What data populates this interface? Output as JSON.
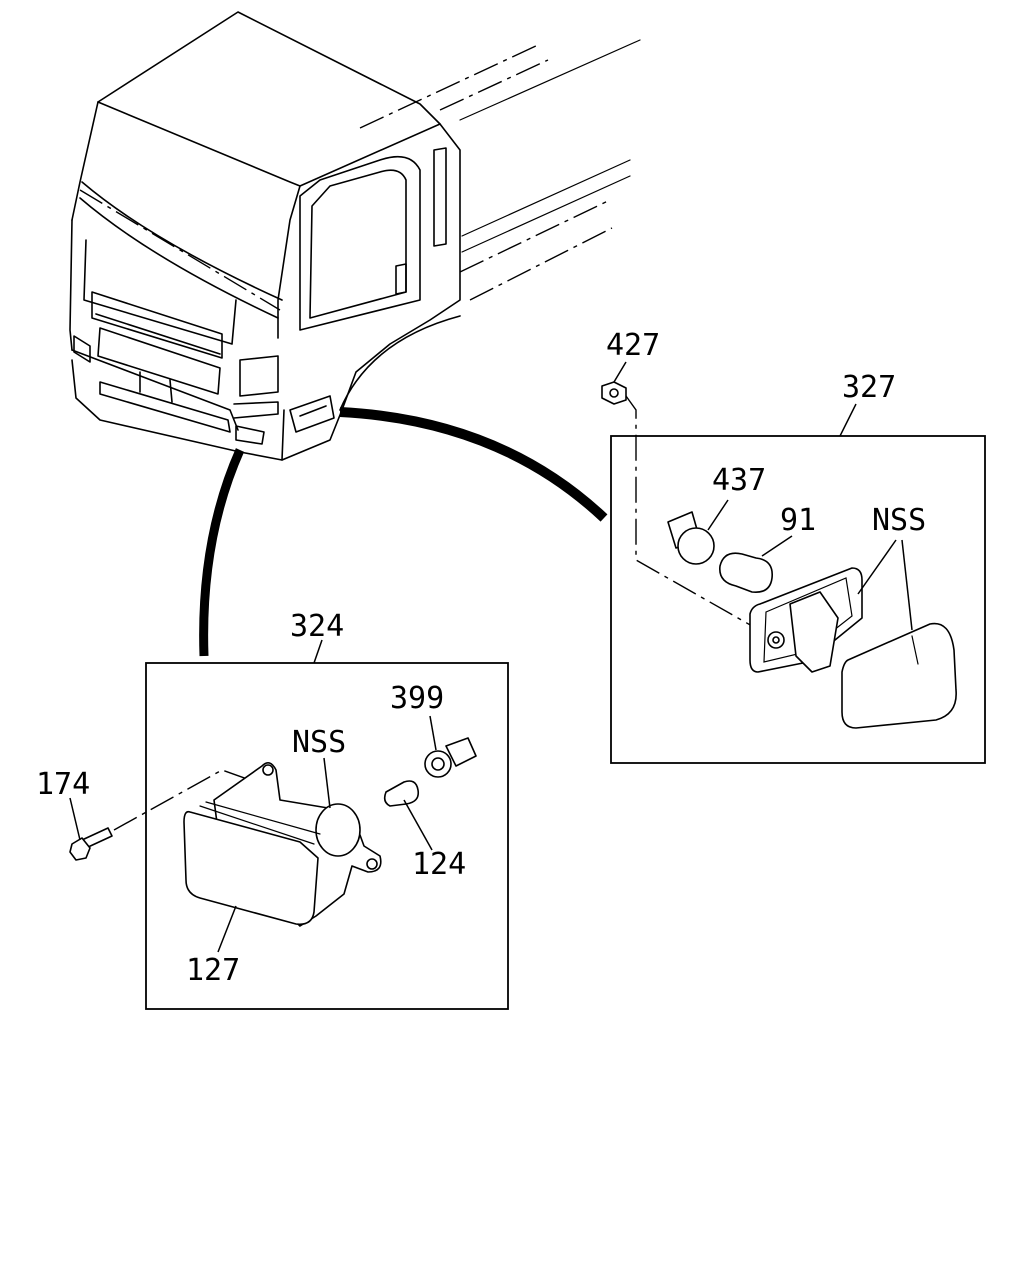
{
  "labels": {
    "l427": "427",
    "l327": "327",
    "l437": "437",
    "l91": "91",
    "lNSS_right": "NSS",
    "l324": "324",
    "l399": "399",
    "lNSS_left": "NSS",
    "l174": "174",
    "l124": "124",
    "l127": "127"
  }
}
